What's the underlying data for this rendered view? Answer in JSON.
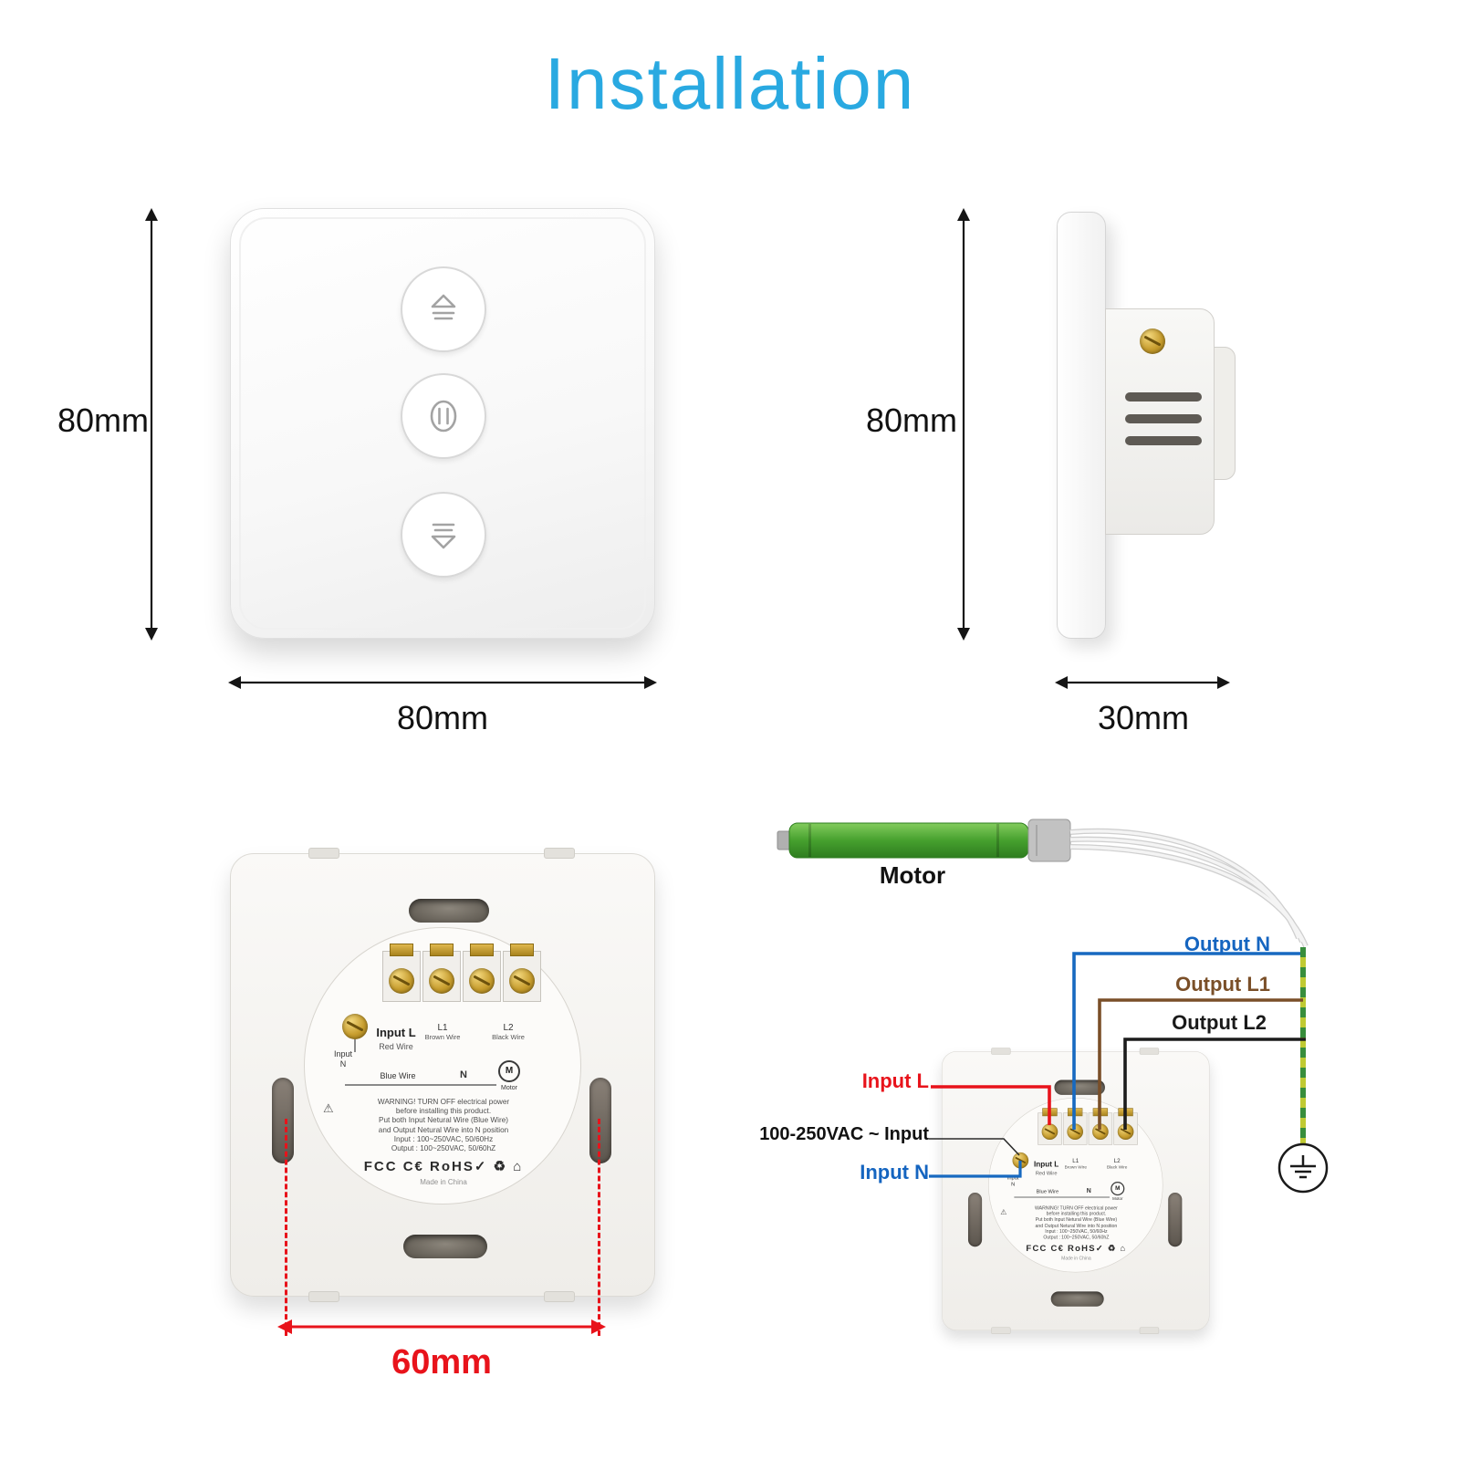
{
  "title": "Installation",
  "colors": {
    "title_blue": "#29a9e1",
    "dimension_red": "#e8131b",
    "wire_blue": "#1565c0",
    "wire_brown": "#7a4f28",
    "wire_black": "#1a1a1a",
    "wire_red": "#e8131b",
    "motor_green": "#46a02e"
  },
  "front_view": {
    "height_label": "80mm",
    "width_label": "80mm"
  },
  "side_view": {
    "height_label": "80mm",
    "depth_label": "30mm"
  },
  "back_view": {
    "mount_width_label": "60mm",
    "input_l": "Input L",
    "red_wire": "Red Wire",
    "l1": "L1",
    "brown_wire": "Brown Wire",
    "l2": "L2",
    "black_wire": "Black Wire",
    "input_word": "Input",
    "n_word": "N",
    "blue_wire": "Blue Wire",
    "n_label": "N",
    "motor_m": "M",
    "motor_label": "Motor",
    "warning_symbol": "⚠",
    "warning_line1": "WARNING! TURN OFF electrical power",
    "warning_line2": "before installing this product.",
    "warning_line3": "Put both Input Netural Wire (Blue Wire)",
    "warning_line4": "and Output Netural Wire into N position",
    "warning_line5": "Input : 100~250VAC, 50/60Hz",
    "warning_line6": "Output : 100~250VAC, 50/60hZ",
    "certs": "FCC  C€  RoHS✓  ♻  ⌂",
    "made_in": "Made in China"
  },
  "wiring": {
    "motor_label": "Motor",
    "output_n": "Output N",
    "output_l1": "Output L1",
    "output_l2": "Output L2",
    "input_l": "Input L",
    "vac_input": "100-250VAC ~ Input",
    "input_n": "Input N"
  }
}
